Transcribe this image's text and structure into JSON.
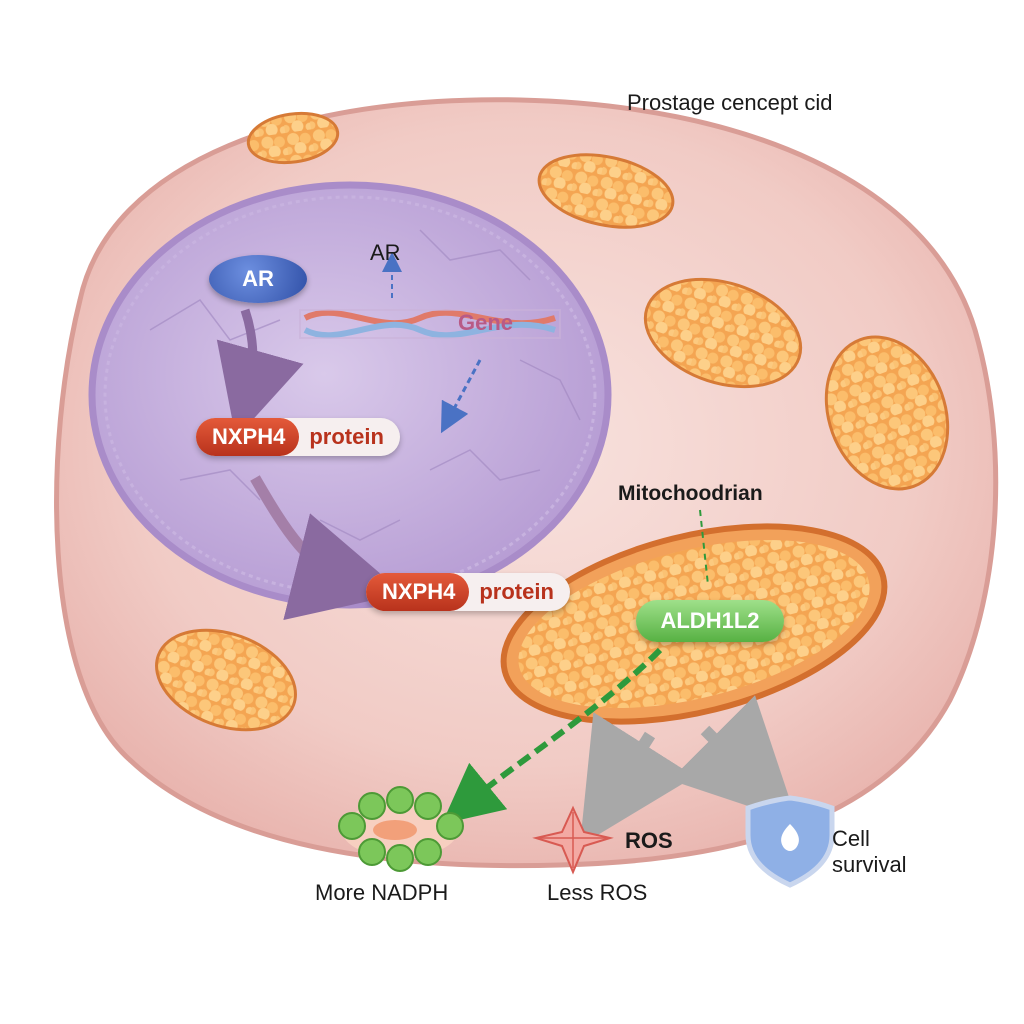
{
  "title": "Prostage cencept cid",
  "nucleus": {
    "ar_oval_label": "AR",
    "ar_gene_label": "AR",
    "gene_label": "Gene"
  },
  "protein_inside": {
    "name": "NXPH4",
    "suffix": "protein"
  },
  "protein_outside": {
    "name": "NXPH4",
    "suffix": "protein"
  },
  "mitochondrion": {
    "label": "Mitochoodrian",
    "enzyme": "ALDH1L2"
  },
  "outcomes": {
    "nadph": "More NADPH",
    "ros_tag": "ROS",
    "ros": "Less ROS",
    "survival": "Cell\nsurvival"
  },
  "colors": {
    "cell": "#f3c9c4",
    "nucleus": "#cdb7df",
    "mito": "#f29a4e",
    "protein_red": "#c9401f",
    "ar_blue": "#3f5fb3",
    "enzyme_green": "#6fc35a",
    "shield_blue": "#6d8fd0"
  }
}
